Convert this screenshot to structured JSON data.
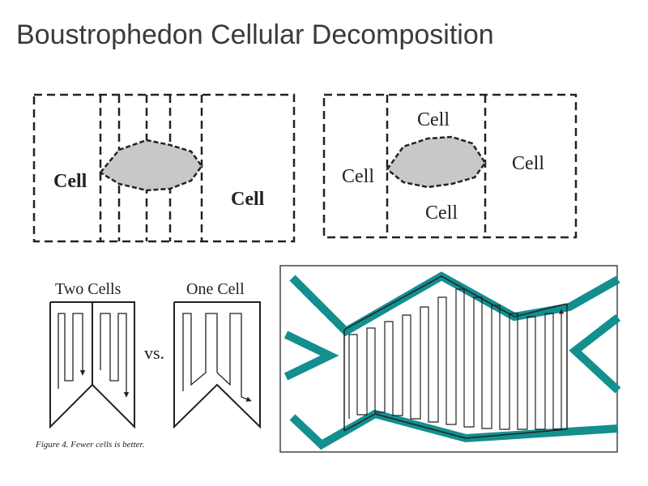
{
  "slide": {
    "title": "Boustrophedon Cellular Decomposition"
  },
  "panel_left_top": {
    "cell_label_left": "Cell",
    "cell_label_right": "Cell"
  },
  "panel_right_top": {
    "cell_label_top": "Cell",
    "cell_label_left": "Cell",
    "cell_label_right": "Cell",
    "cell_label_bottom": "Cell"
  },
  "panel_bottom_left": {
    "label_two_cells": "Two Cells",
    "label_one_cell": "One Cell",
    "label_vs": "vs.",
    "caption": "Figure 4.   Fewer cells is better."
  },
  "colors": {
    "obstacle_fill": "#c8c8c8",
    "teal_obstacle": "#138f8f",
    "line": "#222222"
  }
}
